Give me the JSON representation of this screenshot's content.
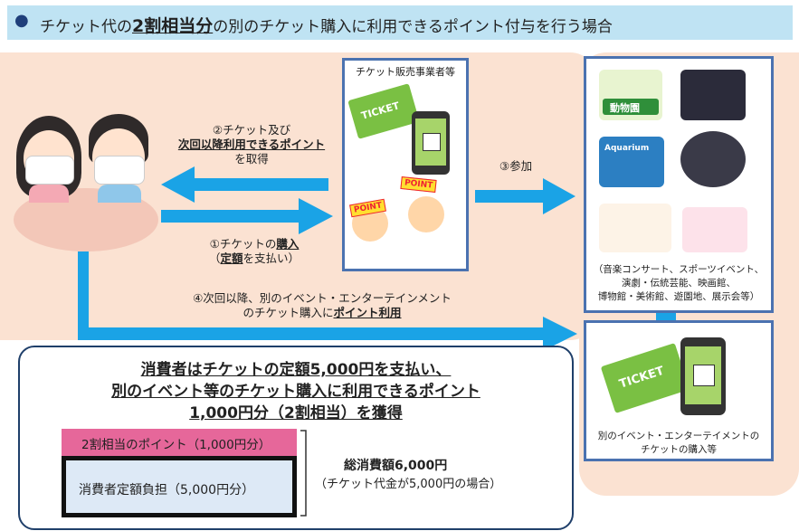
{
  "title": {
    "prefix": "チケット代の",
    "emphasis": "2割相当分",
    "suffix": "の別のチケット購入に利用できるポイント付与を行う場合"
  },
  "flow": {
    "step2": {
      "line1": "②チケット及び",
      "line2": "次回以降利用できるポイント",
      "line3": "を取得"
    },
    "step1": {
      "line1_pre": "①チケットの",
      "line1_em": "購入",
      "line2_pre": "（",
      "line2_em": "定額",
      "line2_post": "を支払い）"
    },
    "step3": {
      "label": "③参加"
    },
    "step4": {
      "line1": "④次回以降、別のイベント・エンターテインメント",
      "line2_pre": "のチケット購入に",
      "line2_em": "ポイント利用"
    }
  },
  "seller": {
    "title": "チケット販売事業者等",
    "ticket_text": "TICKET",
    "point_text_1": "POINT",
    "point_text_2": "POINT"
  },
  "venues": {
    "zoo_text": "動物園",
    "aquarium_text": "Aquarium",
    "caption_line1": "（音楽コンサート、スポーツイベント、",
    "caption_line2": "演劇・伝統芸能、映画館、",
    "caption_line3": "博物館・美術館、遊園地、展示会等）"
  },
  "next_purchase": {
    "ticket_text": "TICKET",
    "caption_line1": "別のイベント・エンターテイメントの",
    "caption_line2": "チケットの購入等"
  },
  "summary": {
    "line1": "消費者はチケットの定額5,000円を支払い、",
    "line2": "別のイベント等のチケット購入に利用できるポイント",
    "line3": "1,000円分（2割相当）を獲得",
    "point_bar": "2割相当のポイント（1,000円分）",
    "base_bar": "消費者定額負担（5,000円分）",
    "total_label": "総消費額6,000円",
    "total_note": "（チケット代金が5,000円の場合）"
  },
  "colors": {
    "title_bg": "#bfe3f3",
    "peach": "#fbe2d2",
    "arrow_blue": "#1aa3e6",
    "box_border": "#4b72b0",
    "point_pink": "#e6679a",
    "ticket_green": "#7ac043"
  }
}
